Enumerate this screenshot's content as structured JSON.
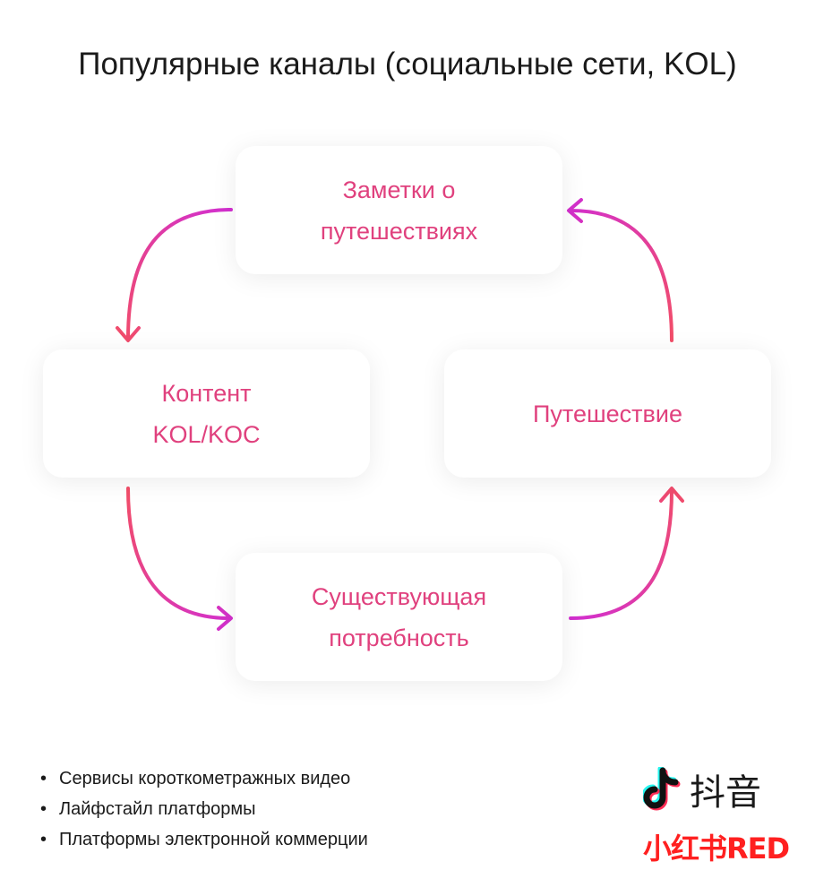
{
  "title": "Популярные каналы (социальные сети, KOL)",
  "nodes": {
    "top": [
      "Заметки о",
      "путешествиях"
    ],
    "left": [
      "Контент",
      "KOL/KOC"
    ],
    "right": [
      "Путешествие"
    ],
    "bottom": [
      "Существующая",
      "потребность"
    ]
  },
  "bullets": [
    "Сервисы короткометражных видео",
    "Лайфстайл платформы",
    "Платформы электронной коммерции"
  ],
  "logos": {
    "douyin": "抖音",
    "red": "小红书RED"
  },
  "colors": {
    "arrow_start": "#d22fd0",
    "arrow_end": "#f24d68",
    "text": "#e0417e"
  }
}
